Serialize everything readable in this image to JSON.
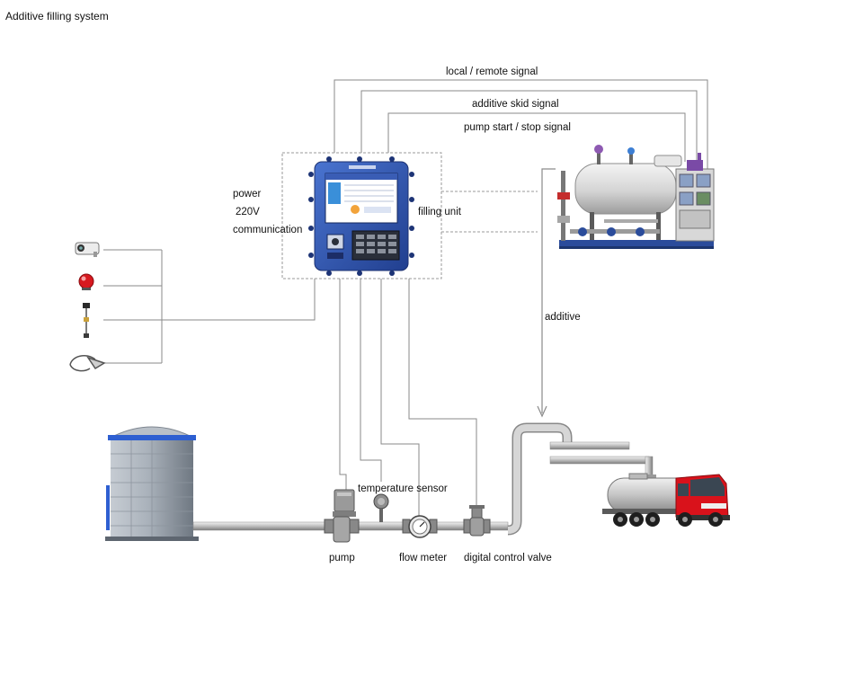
{
  "title": "Additive filling system",
  "signals": {
    "local_remote": "local / remote signal",
    "additive_skid": "additive skid signal",
    "pump_start_stop": "pump start / stop signal"
  },
  "controller": {
    "power": "power",
    "voltage": "220V",
    "communication": "communication",
    "filling_unit": "filling unit"
  },
  "additive": "additive",
  "components": {
    "temperature_sensor": "temperature sensor",
    "pump": "pump",
    "flow_meter": "flow meter",
    "digital_control_valve": "digital control valve"
  },
  "colors": {
    "line": "#8a8a8a",
    "pipe": "#b5b5b5",
    "controller_blue": "#2f58b8",
    "truck_red": "#d9121b",
    "tank_grey": "#9aa3ad",
    "skid_blue": "#2b4c9b"
  }
}
